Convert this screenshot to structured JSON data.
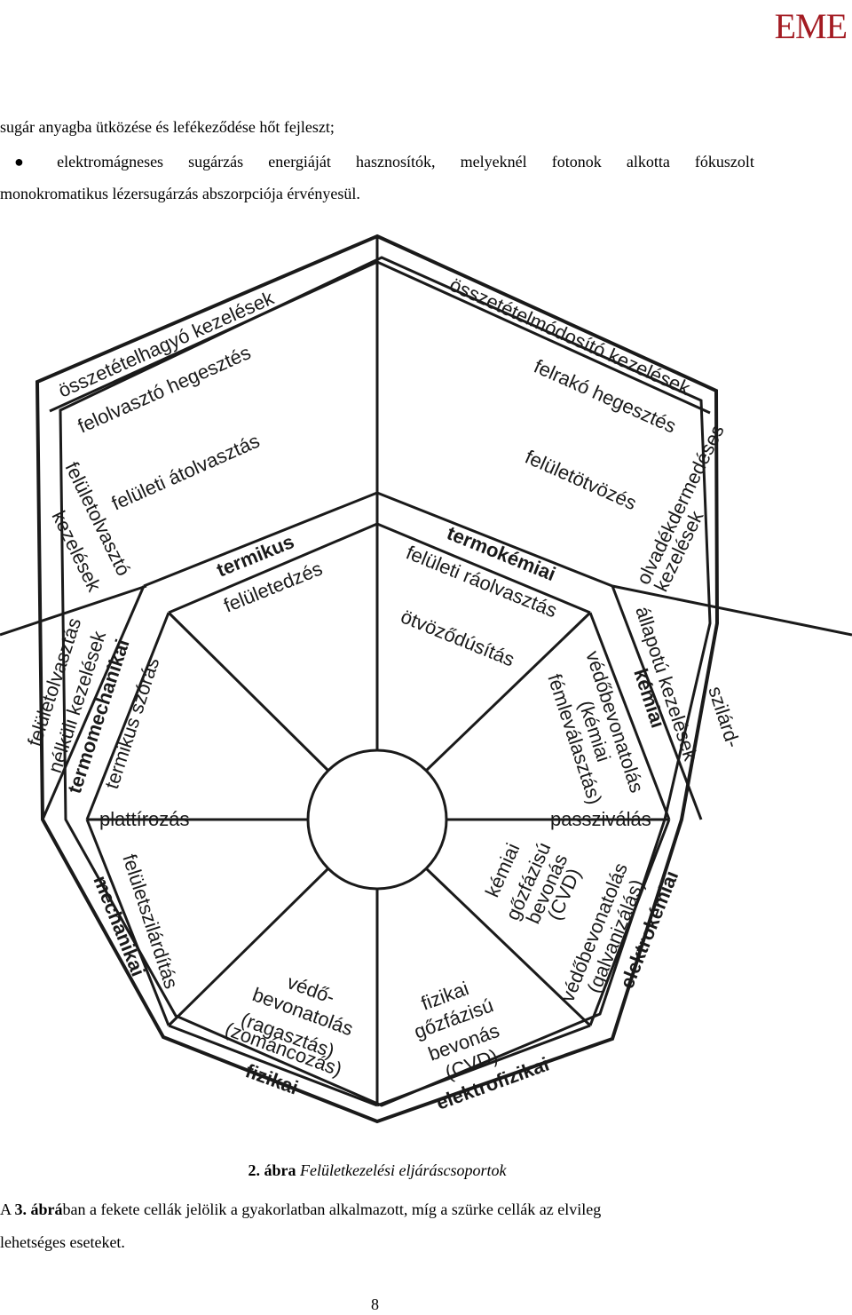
{
  "header": {
    "logo": "EME"
  },
  "text": {
    "line1": "sugár anyagba ütközése és lefékeződése hőt fejleszt;",
    "bullet_words": [
      "elektromágneses",
      "sugárzás",
      "energiáját",
      "hasznosítók,",
      "melyeknél",
      "fotonok",
      "alkotta",
      "fókuszolt"
    ],
    "line3": "monokromatikus lézersugárzás abszorpciója érvényesül."
  },
  "diagram": {
    "outer": {
      "osszetetelhagyo": "összetételhagyó kezelések",
      "osszetetelmodosito": "összetételmódosító kezelések",
      "feluletolvaszto": [
        "felületolvasztó",
        "kezelések"
      ],
      "olvadekdermedeses": [
        "olvadékdermedéses",
        "kezelések"
      ],
      "feluletolvasztas_nelkuli": [
        "felületolvasztás",
        "nélküli kezelések"
      ],
      "szilard": [
        "szilárd-",
        "állapotú kezelések"
      ]
    },
    "groups": {
      "termikus": "termikus",
      "termokemiai": "termokémiai",
      "termomechanikai": "termomechanikai",
      "kemiai": "kémiai",
      "mechanikai": "mechanikai",
      "elektrokemiai": "elektrokémiai",
      "fizikai": "fizikai",
      "elektrofizikai": "elektrofizikai"
    },
    "processes": {
      "felolvaszto_hegesztes": "felolvasztó hegesztés",
      "feluleti_atolvasztas": "felületi átolvasztás",
      "feluletedzes": "felületedzés",
      "felrako_hegesztes": "felrakó hegesztés",
      "feluletotvozes": "felületötvözés",
      "feluleti_raolvasztas": "felületi ráolvasztás",
      "otvozodusitas": "ötvöződúsítás",
      "termikus_szoras": "termikus szórás",
      "plattirozas": "plattírozás",
      "vedobevonatolas_kemiai": [
        "védőbevonatolás",
        "(kémiai",
        "fémleválasztás)"
      ],
      "passzivalas": "passziválás",
      "feluletszilarditas": "felületszilárdítás",
      "kemiai_cvd": [
        "kémiai",
        "gőzfázisú",
        "bevonás",
        "(CVD)"
      ],
      "vedobevonatolas_galv": [
        "védőbevonatolás",
        "(galvanizálás)"
      ],
      "vedobevonatolas_ragasztas": [
        "védő-",
        "bevonatolás",
        "(ragasztás)",
        "(zománcozás)"
      ],
      "fizikai_cvd": [
        "fizikai",
        "gőzfázisú",
        "bevonás",
        "(CVD)"
      ]
    }
  },
  "caption": {
    "number": "2. ábra",
    "title": "Felületkezelési eljáráscsoportok"
  },
  "after": {
    "line1_pre": "A ",
    "line1_bold": "3. ábrá",
    "line1_post": "ban a fekete cellák jelölik a gyakorlatban alkalmazott, míg a szürke cellák az elvileg",
    "line2": "lehetséges eseteket."
  },
  "page_number": "8"
}
